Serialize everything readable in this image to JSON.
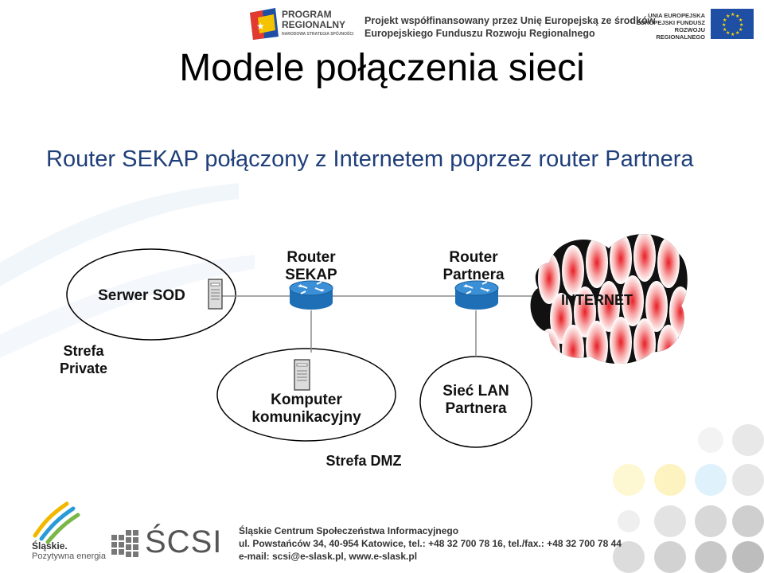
{
  "header": {
    "program_logo_line1": "PROGRAM",
    "program_logo_line2": "REGIONALNY",
    "program_logo_line3": "NARODOWA STRATEGIA SPÓJNOŚCI",
    "project_line1": "Projekt współfinansowany przez Unię Europejską ze środków",
    "project_line2": "Europejskiego Funduszu Rozwoju Regionalnego",
    "eu_line1": "UNIA EUROPEJSKA",
    "eu_line2": "EUROPEJSKI FUNDUSZ",
    "eu_line3": "ROZWOJU REGIONALNEGO"
  },
  "slide": {
    "title": "Modele połączenia sieci",
    "subtitle": "Router SEKAP połączony z Internetem poprzez router Partnera"
  },
  "diagram": {
    "server_sod": "Serwer SOD",
    "router_sekap_1": "Router",
    "router_sekap_2": "SEKAP",
    "router_partner_1": "Router",
    "router_partner_2": "Partnera",
    "internet": "INTERNET",
    "zone_private_1": "Strefa",
    "zone_private_2": "Private",
    "comm_computer_1": "Komputer",
    "comm_computer_2": "komunikacyjny",
    "lan_partner_1": "Sieć LAN",
    "lan_partner_2": "Partnera",
    "zone_dmz": "Strefa DMZ"
  },
  "footer": {
    "slaskie_1": "Śląskie.",
    "slaskie_2": "Pozytywna energia",
    "scsi_logo": "ŚCSI",
    "org_name": "Śląskie Centrum Społeczeństwa Informacyjnego",
    "org_address": "ul. Powstańców 34, 40-954 Katowice, tel.: +48 32 700 78 16, tel./fax.: +48 32 700 78 44",
    "org_contact": "e-mail: scsi@e-slask.pl, www.e-slask.pl"
  },
  "colors": {
    "subtitle": "#1f3f7a",
    "router_blue": "#1e6fb5",
    "internet_red": "#e81e25",
    "eu_blue": "#1f4fa5",
    "eu_star": "#ffdd00"
  }
}
